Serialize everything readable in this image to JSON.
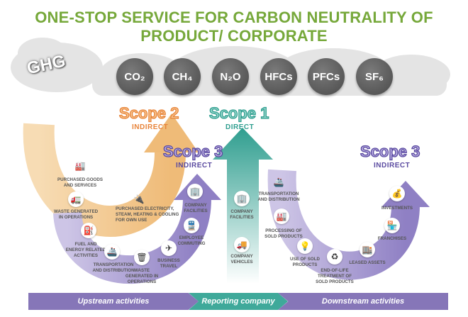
{
  "title": {
    "line1": "ONE-STOP SERVICE FOR CARBON NEUTRALITY OF",
    "line2": "PRODUCT/ CORPORATE"
  },
  "ghg": "GHG",
  "gases": [
    "CO₂",
    "CH₄",
    "N₂O",
    "HFCs",
    "PFCs",
    "SF₆"
  ],
  "scopes": {
    "scope2": {
      "title": "Scope 2",
      "sub": "INDIRECT"
    },
    "scope1": {
      "title": "Scope 1",
      "sub": "DIRECT"
    },
    "scope3_upstream": {
      "title": "Scope 3",
      "sub": "INDIRECT"
    },
    "scope3_downstream": {
      "title": "Scope 3",
      "sub": "INDIRECT"
    }
  },
  "upstream": {
    "purchased_goods": "PURCHASED GOODS\nAND SERVICES",
    "waste_scope2": "WASTE GENERATED\nIN OPERATIONS",
    "electricity": "PURCHASED ELECTRICITY,\nSTEAM, HEATING & COOLING\nFOR OWN USE",
    "fuel": "FUEL AND\nENERGY RELATED\nACTIVITIES",
    "transport": "TRANSPORTATION\nAND DISTRIBUTION",
    "waste": "WASTE\nGENERATED IN\nOPERATIONS",
    "travel": "BUSINESS\nTRAVEL",
    "commuting": "EMPLOYEE\nCOMMUTING",
    "facilities": "COMPANY\nFACILITIES"
  },
  "reporting": {
    "facilities": "COMPANY\nFACILITIES",
    "vehicles": "COMPANY\nVEHICLES"
  },
  "downstream": {
    "transport": "TRANSPORTATION\nAND DISTRIBUTION",
    "processing": "PROCESSING OF\nSOLD PRODUCTS",
    "use": "USE OF SOLD\nPRODUCTS",
    "end_of_life": "END-OF-LIFE\nTREATMENT OF\nSOLD PRODUCTS",
    "leased": "LEASED ASSETS",
    "franchises": "FRANCHISES",
    "investments": "INVESTMENTS"
  },
  "bottom_bar": [
    "Upstream activities",
    "Reporting company",
    "Downstream activities"
  ],
  "colors": {
    "title": "#76a83a",
    "scope2": "#f0a860",
    "scope1": "#3fa99a",
    "scope3": "#7e6fb8",
    "gas": "#555555"
  }
}
